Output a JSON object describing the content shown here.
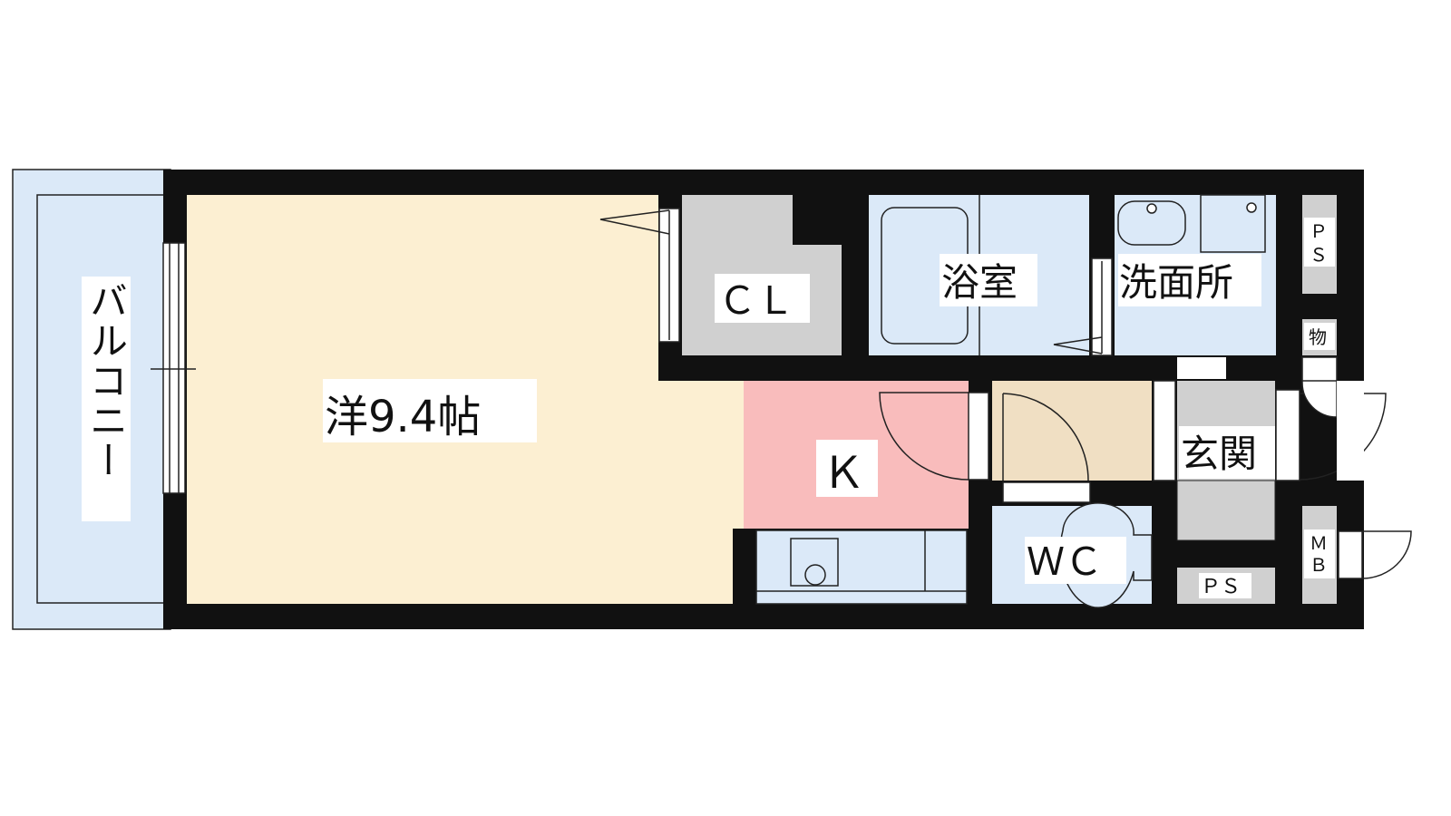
{
  "floorplan": {
    "rooms": {
      "balcony": "バルコニー",
      "western_room": "洋9.4帖",
      "closet": "ＣＬ",
      "bathroom": "浴室",
      "washroom": "洗面所",
      "kitchen": "Ｋ",
      "entrance": "玄関",
      "toilet": "ＷＣ",
      "ps_top": "Ｐ\nＳ",
      "storage": "物",
      "ps_bottom": "ＰＳ",
      "mb": "Ｍ\nＢ"
    },
    "colors": {
      "wall": "#111111",
      "western_room": "#fcefd2",
      "balcony": "#dbe9f8",
      "closet": "#d0d0d0",
      "wet_areas": "#dbe9f8",
      "kitchen_floor": "#f9bcbc",
      "hall_floor": "#f0dfc3",
      "entrance_floor": "#d0d0d0"
    }
  }
}
